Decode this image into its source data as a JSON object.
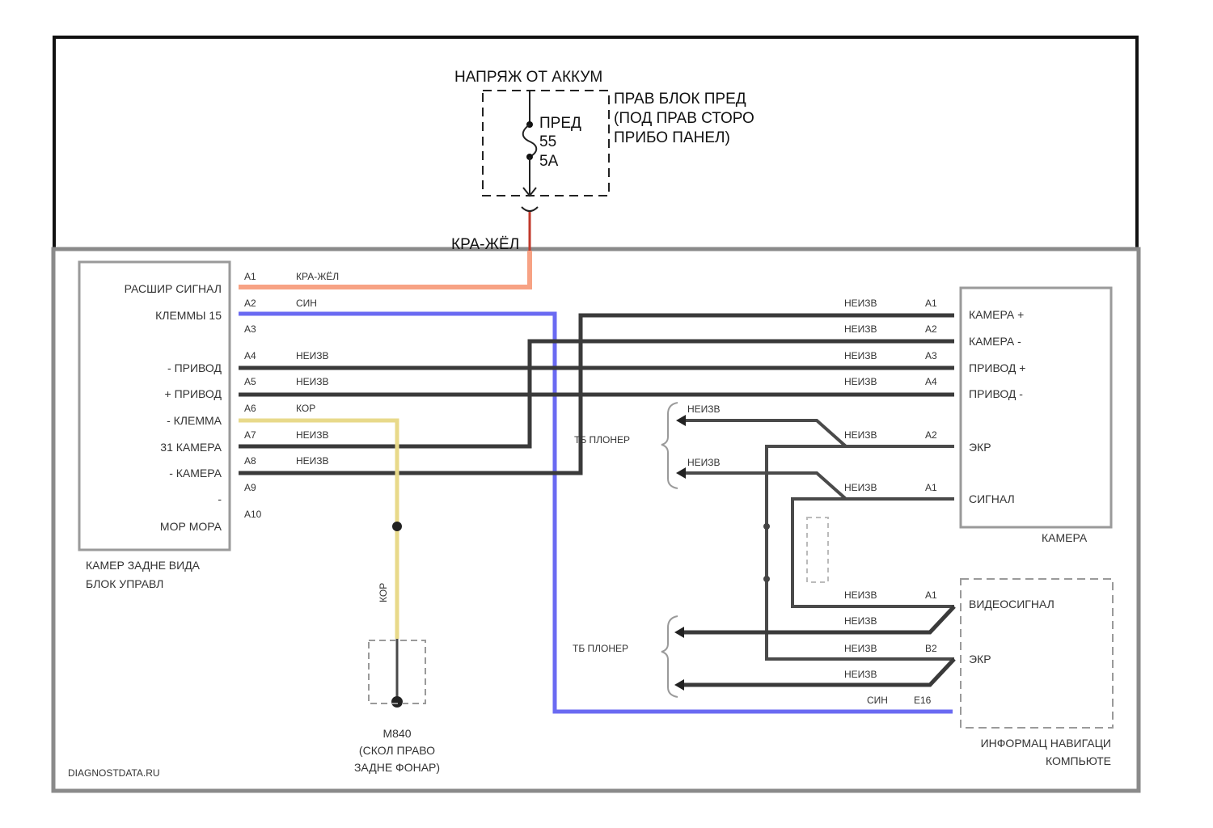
{
  "fuse": {
    "supply_label": "НАПРЯЖ ОТ АККУМ",
    "block_line1": "ПРАВ БЛОК ПРЕД",
    "block_line2": "(ПОД ПРАВ СТОРО",
    "block_line3": "ПРИБО ПАНЕЛ)",
    "fuse_line1": "ПРЕД",
    "fuse_line2": "55",
    "fuse_line3": "5А",
    "wire_label": "КРА-ЖЁЛ"
  },
  "left_unit": {
    "name_line1": "КАМЕР ЗАДНЕ ВИДА",
    "name_line2": "БЛОК УПРАВЛ",
    "pins": [
      {
        "label": "РАСШИР СИГНАЛ",
        "pin": "A1",
        "wire": "КРА-ЖЁЛ"
      },
      {
        "label": "КЛЕММЫ 15",
        "pin": "A2",
        "wire": "СИН"
      },
      {
        "label": "",
        "pin": "A3",
        "wire": ""
      },
      {
        "label": "- ПРИВОД",
        "pin": "A4",
        "wire": "НЕИЗВ"
      },
      {
        "label": "+ ПРИВОД",
        "pin": "A5",
        "wire": "НЕИЗВ"
      },
      {
        "label": "- КЛЕММА",
        "pin": "A6",
        "wire": "КОР"
      },
      {
        "label": "31 КАМЕРА",
        "pin": "A7",
        "wire": "НЕИЗВ"
      },
      {
        "label": "- КАМЕРА",
        "pin": "A8",
        "wire": "НЕИЗВ"
      },
      {
        "label": "-",
        "pin": "A9",
        "wire": ""
      },
      {
        "label": "МОР МОРА",
        "pin": "A10",
        "wire": ""
      }
    ]
  },
  "camera": {
    "name": "КАМЕРА",
    "pins": [
      {
        "label": "КАМЕРА +",
        "pin": "A1",
        "wire": "НЕИЗВ"
      },
      {
        "label": "КАМЕРА -",
        "pin": "A2",
        "wire": "НЕИЗВ"
      },
      {
        "label": "ПРИВОД +",
        "pin": "A3",
        "wire": "НЕИЗВ"
      },
      {
        "label": "ПРИВОД -",
        "pin": "A4",
        "wire": "НЕИЗВ"
      },
      {
        "label": "ЭКР",
        "pin": "A2",
        "wire": "НЕИЗВ"
      },
      {
        "label": "СИГНАЛ",
        "pin": "A1",
        "wire": "НЕИЗВ"
      }
    ]
  },
  "nav_unit": {
    "name_line1": "ИНФОРМАЦ НАВИГАЦИ",
    "name_line2": "КОМПЬЮТЕ",
    "pins": [
      {
        "label": "ВИДЕОСИГНАЛ",
        "pin": "A1",
        "wire": "НЕИЗВ"
      },
      {
        "label": "",
        "pin": "",
        "wire": "НЕИЗВ"
      },
      {
        "label": "ЭКР",
        "pin": "B2",
        "wire": "НЕИЗВ"
      },
      {
        "label": "",
        "pin": "",
        "wire": "НЕИЗВ"
      },
      {
        "label": "",
        "pin": "E16",
        "wire": "СИН"
      }
    ]
  },
  "splices": {
    "top": {
      "label": "ТБ ПЛОНЕР",
      "wire1": "НЕИЗВ",
      "wire2": "НЕИЗВ"
    },
    "bottom": {
      "label": "ТБ ПЛОНЕР"
    }
  },
  "ground": {
    "wire": "КОР",
    "name_line1": "M840",
    "name_line2": "(СКОЛ ПРАВО",
    "name_line3": "ЗАДНЕ ФОНАР)"
  },
  "watermark": "DIAGNOSTDATA.RU",
  "colors": {
    "frame": "#111111",
    "panel_border": "#8a8a8a",
    "wire_red": "#c0392b",
    "wire_orange": "#f7a284",
    "wire_blue": "#6a6af2",
    "wire_yellow": "#e8d98a",
    "wire_dark": "#3a3a3a"
  }
}
